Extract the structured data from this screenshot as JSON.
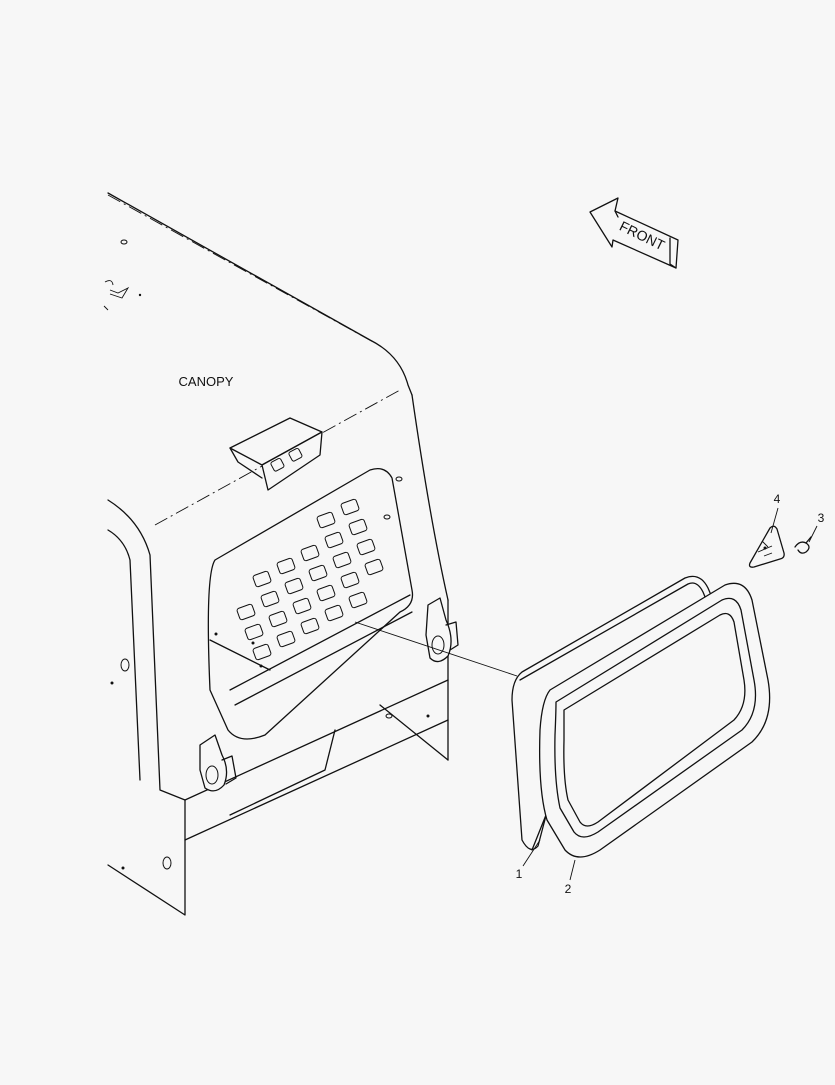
{
  "labels": {
    "canopy": "CANOPY",
    "front_arrow": "FRONT",
    "callout_1": "1",
    "callout_2": "2",
    "callout_3": "3",
    "callout_4": "4"
  },
  "colors": {
    "background": "#f7f7f7",
    "line": "#111111"
  }
}
